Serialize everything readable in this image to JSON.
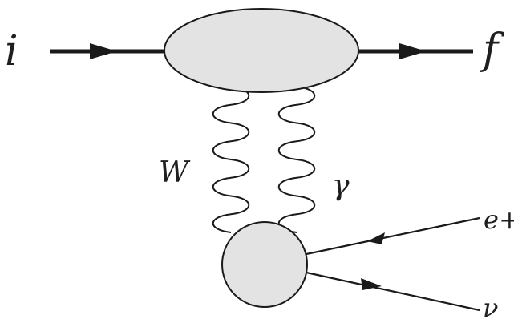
{
  "diagram": {
    "labels": {
      "initial": "i",
      "final": "f",
      "w_boson": "W",
      "photon": "γ",
      "positron": "e+",
      "neutrino": "ν"
    },
    "colors": {
      "blob_fill": "#e3e3e3",
      "line": "#1a1a1a"
    }
  }
}
